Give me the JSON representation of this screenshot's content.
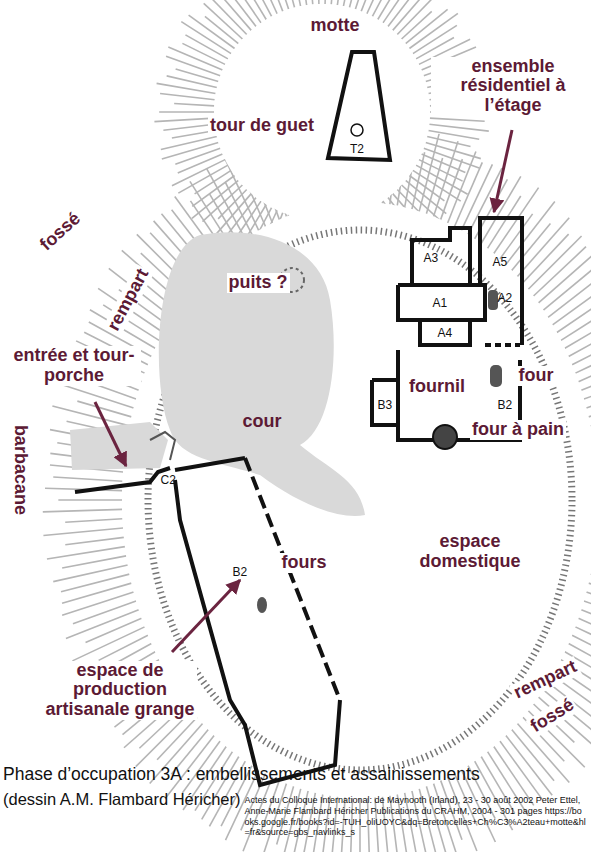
{
  "diagram": {
    "caption": "Phase d’occupation 3A : embellissements et assainissements",
    "labels": [
      "motte",
      "tour de guet",
      "ensemble résidentiel à l’étage",
      "T2",
      "A3",
      "A5",
      "A1",
      "A2",
      "A4",
      "puits ?",
      "fossé",
      "rempart",
      "entrée et tour-porche",
      "cour",
      "barbacane",
      "C2",
      "fournil",
      "four",
      "B3",
      "B2",
      "four à pain",
      "fours",
      "B2",
      "espace domestique",
      "espace de production artisanale grange",
      "rempart",
      "fossé",
      "(dessin A.M. Flambard Héricher)",
      "Actes du Colloque International: de Maynooth (Irland), 23 - 30 août 2002 Peter Ettel, Anne-Marie Flambard Héricher Publications du CRAHM, 2004 - 301 pages https://books.google.fr/books?id=-TUH_oliUOYC&dq=Bretoncelles+Ch%C3%A2teau+motte&hl=fr&source=gbs_navlinks_s"
    ]
  }
}
